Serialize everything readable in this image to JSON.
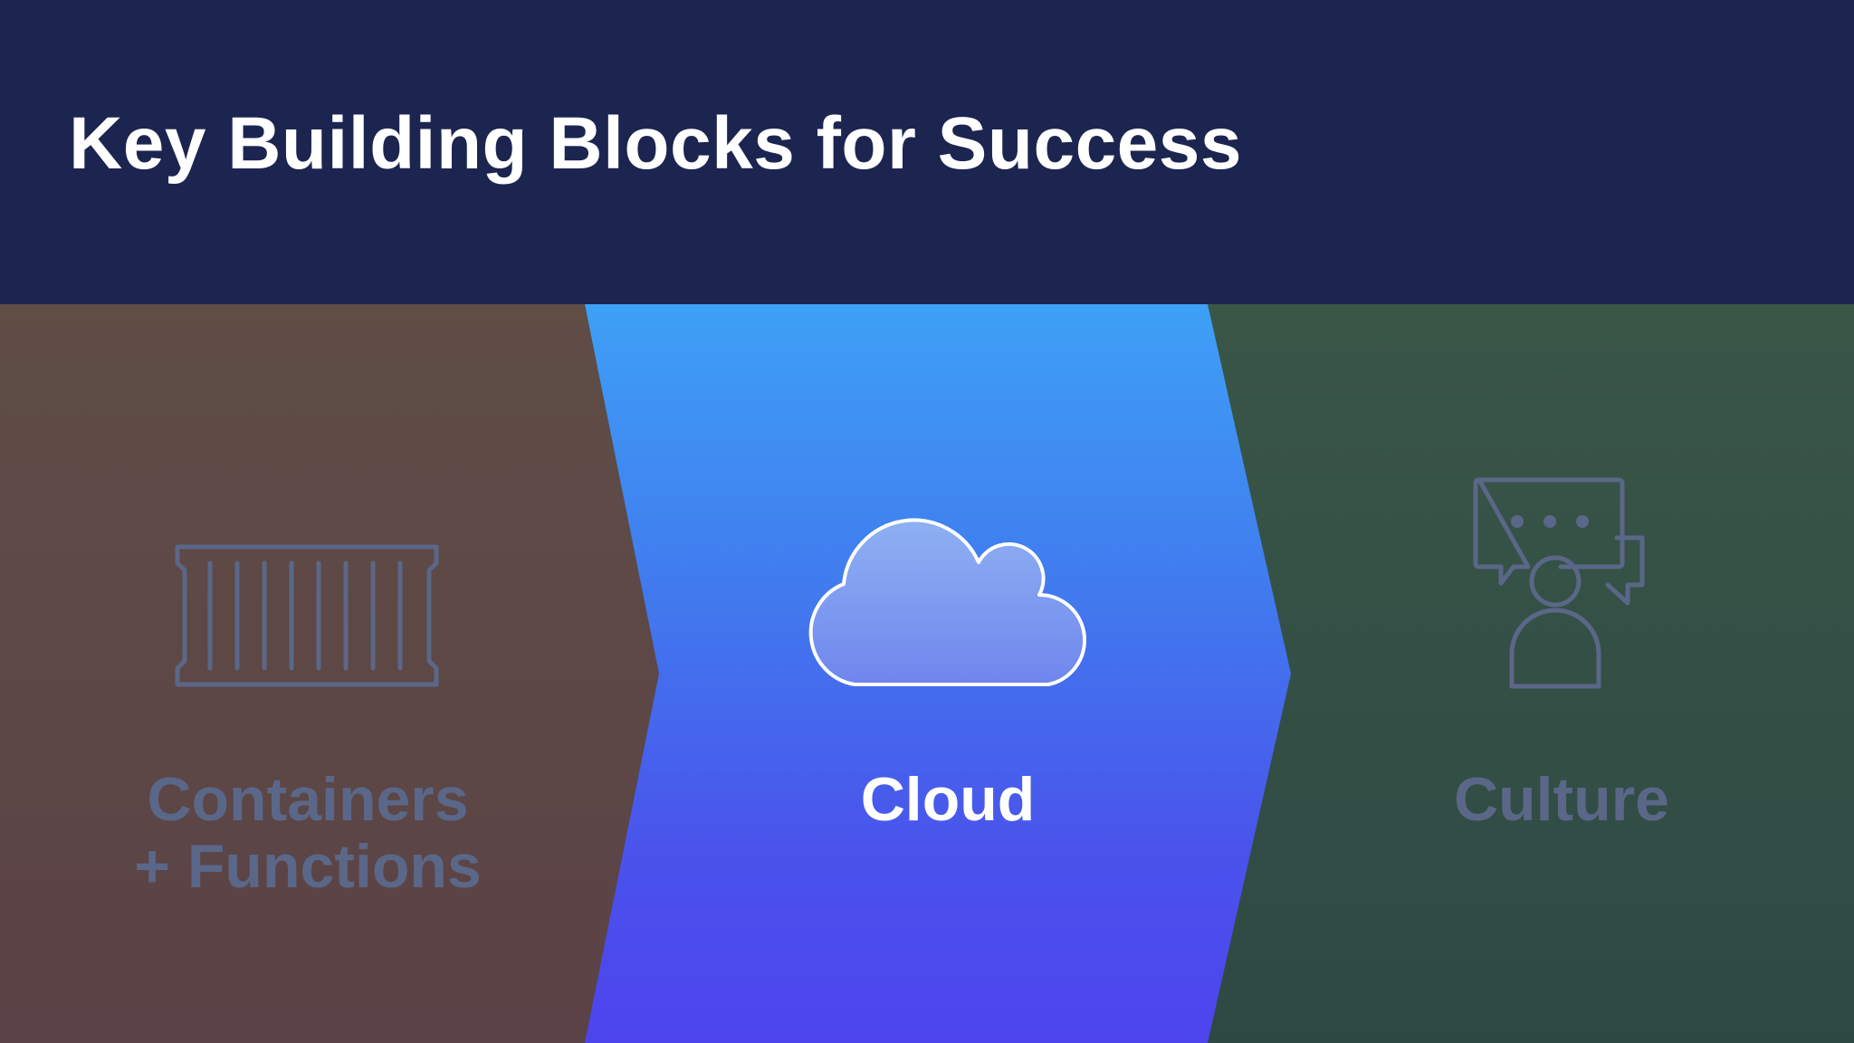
{
  "slide": {
    "title": "Key Building Blocks for Success"
  },
  "blocks": [
    {
      "id": "containers",
      "icon": "shipping-container-icon",
      "label_line1": "Containers",
      "label_line2": "+ Functions",
      "state": "dimmed",
      "color": "#5f4d46"
    },
    {
      "id": "cloud",
      "icon": "cloud-icon",
      "label_line1": "Cloud",
      "state": "highlighted",
      "color": "#4179ee"
    },
    {
      "id": "culture",
      "icon": "person-chat-icon",
      "label_line1": "Culture",
      "state": "dimmed",
      "color": "#3a5647"
    }
  ],
  "colors": {
    "header_background": "#1c2550",
    "muted_text": "#5a6788",
    "active_text": "#ffffff"
  }
}
